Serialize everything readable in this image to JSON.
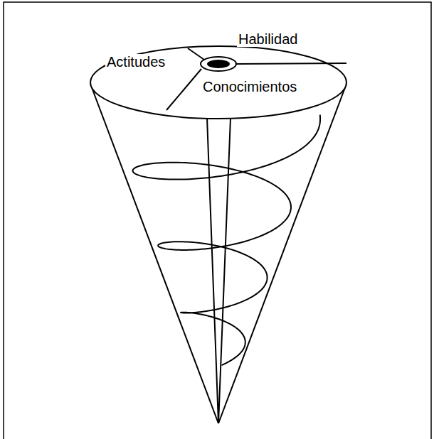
{
  "diagram": {
    "labels": [
      "Habilidad",
      "Actitudes",
      "Conocimientos"
    ]
  }
}
